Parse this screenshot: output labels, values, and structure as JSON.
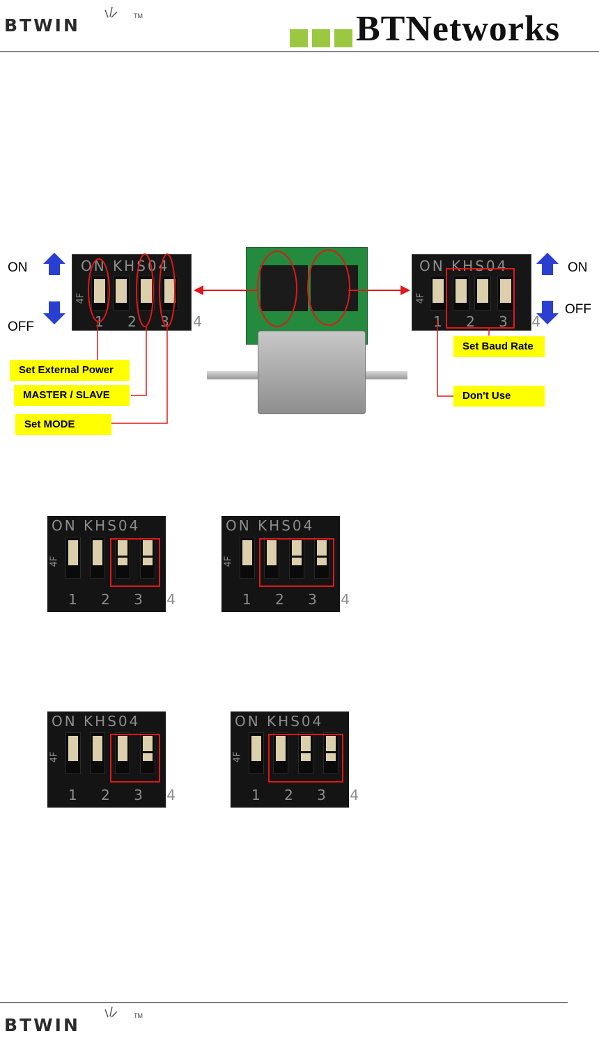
{
  "header": {
    "left_logo": "BTWIN",
    "left_logo_tm": "TM",
    "right_logo": "BTNetworks"
  },
  "figure1": {
    "left_dip": {
      "label_top": "ON KHS04",
      "label_bottom": "1 2 3 4",
      "side_code": "4F",
      "switches": [
        "on",
        "on",
        "on",
        "on"
      ]
    },
    "right_dip": {
      "label_top": "ON KHS04",
      "label_bottom": "1 2 3 4",
      "side_code": "4F",
      "switches": [
        "on",
        "on",
        "on",
        "on"
      ]
    },
    "on_left": "ON",
    "off_left": "OFF",
    "on_right": "ON",
    "off_right": "OFF",
    "callouts": {
      "external_power": "Set External Power",
      "master_slave": "MASTER / SLAVE",
      "set_mode": "Set MODE",
      "baud_rate": "Set Baud Rate",
      "dont_use": "Don't Use"
    },
    "colors": {
      "arrow_blue": "#2a3fd0",
      "callout_red": "#e01818",
      "tag_yellow": "#ffff00"
    }
  },
  "panels": [
    {
      "label_top": "ON KHS04",
      "label_bottom": "1 2 3 4",
      "side_code": "4F",
      "switches": [
        "on",
        "on",
        "split",
        "split"
      ],
      "highlight": [
        3,
        4
      ]
    },
    {
      "label_top": "ON KHS04",
      "label_bottom": "1 2 3 4",
      "side_code": "4F",
      "switches": [
        "on",
        "on",
        "split",
        "split"
      ],
      "highlight": [
        2,
        4
      ]
    },
    {
      "label_top": "ON KHS04",
      "label_bottom": "1 2 3 4",
      "side_code": "4F",
      "switches": [
        "on",
        "on",
        "on",
        "split"
      ],
      "highlight": [
        3,
        4
      ]
    },
    {
      "label_top": "ON KHS04",
      "label_bottom": "1 2 3 4",
      "side_code": "4F",
      "switches": [
        "on",
        "on",
        "split",
        "split"
      ],
      "highlight": [
        2,
        4
      ]
    }
  ],
  "footer": {
    "logo": "BTWIN",
    "logo_tm": "TM"
  }
}
